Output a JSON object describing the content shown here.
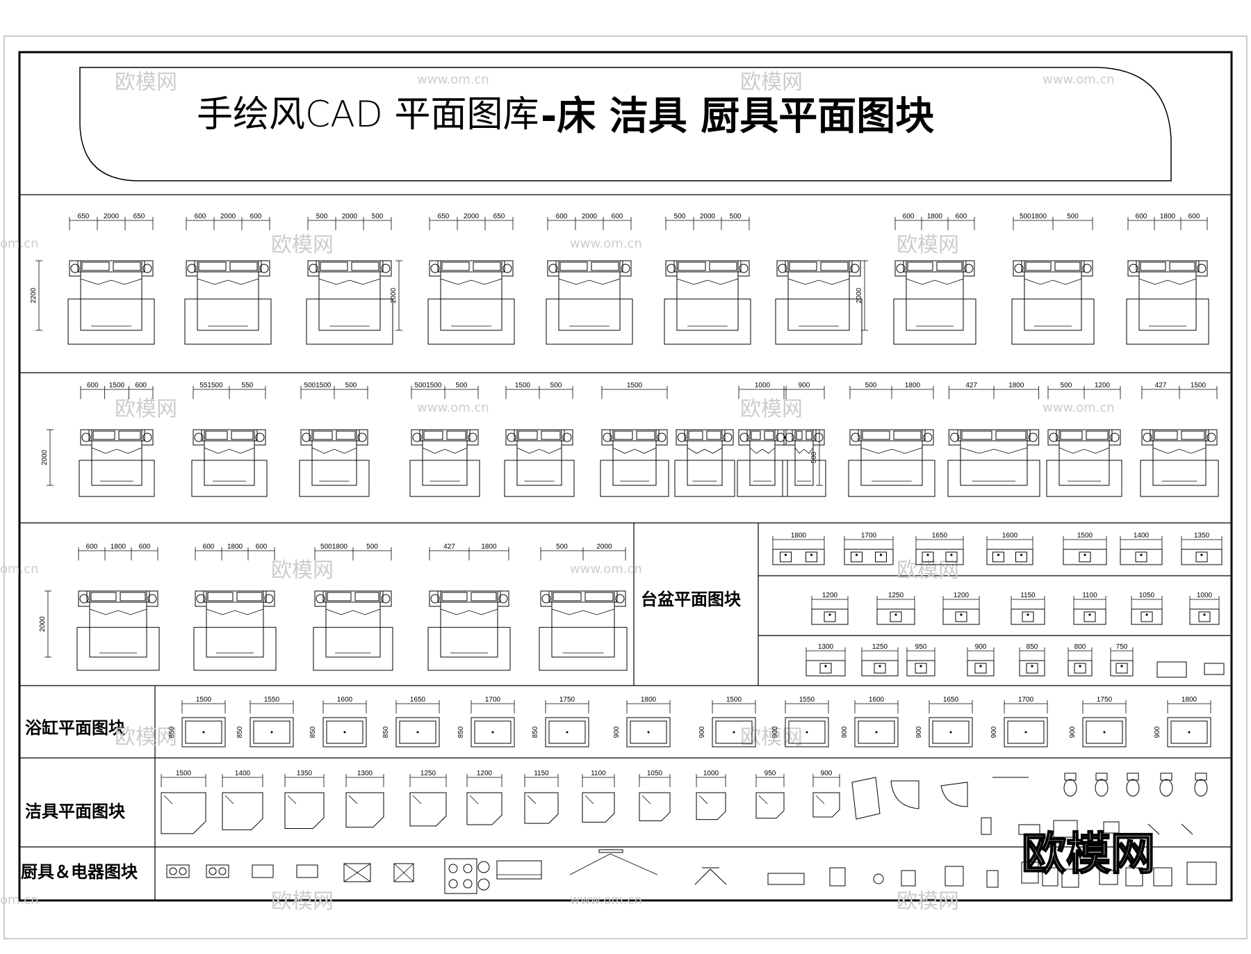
{
  "title": {
    "hand_part": "手绘风CAD 平面图库",
    "bold_part": "-床 洁具 厨具平面图块"
  },
  "sections": {
    "basin": "台盆平面图块",
    "bathtub": "浴缸平面图块",
    "sanitary": "洁具平面图块",
    "kitchen": "厨具＆电器图块"
  },
  "watermark": {
    "site": "www.om.cn",
    "brand": "欧模网",
    "short_site": "om.cn"
  },
  "beds": {
    "row1": [
      {
        "dims": [
          "650",
          "2000",
          "650"
        ],
        "height": "2200"
      },
      {
        "dims": [
          "600",
          "2000",
          "600"
        ]
      },
      {
        "dims": [
          "500",
          "2000",
          "500"
        ]
      },
      {
        "dims": [
          "650",
          "2000",
          "650"
        ],
        "height": "2000"
      },
      {
        "dims": [
          "600",
          "2000",
          "600"
        ]
      },
      {
        "dims": [
          "500",
          "2000",
          "500"
        ]
      },
      {
        "dims": []
      },
      {
        "dims": [
          "600",
          "1800",
          "600"
        ],
        "height": "2000"
      },
      {
        "dims": [
          "5001800",
          "500"
        ]
      },
      {
        "dims": [
          "600",
          "1800",
          "600"
        ]
      }
    ],
    "row2": [
      {
        "dims": [
          "600",
          "1500",
          "600"
        ],
        "height": "2000"
      },
      {
        "dims": [
          "551500",
          "550"
        ]
      },
      {
        "dims": [
          "5001500",
          "500"
        ]
      },
      {
        "dims": [
          "5001500",
          "500"
        ]
      },
      {
        "dims": [
          "1500",
          "500"
        ]
      },
      {
        "dims": [
          "1500"
        ]
      },
      {
        "dims": []
      },
      {
        "dims": [
          "1000"
        ]
      },
      {
        "dims": [
          "900"
        ]
      },
      {
        "dims": [
          "500",
          "1800"
        ],
        "height": "500"
      },
      {
        "dims": [
          "427",
          "1800"
        ]
      },
      {
        "dims": [
          "500",
          "1200"
        ]
      },
      {
        "dims": [
          "427",
          "1500"
        ]
      }
    ],
    "row3": [
      {
        "dims": [
          "600",
          "1800",
          "600"
        ],
        "height": "2000"
      },
      {
        "dims": [
          "600",
          "1800",
          "600"
        ]
      },
      {
        "dims": [
          "5001800",
          "500"
        ]
      },
      {
        "dims": [
          "427",
          "1800"
        ]
      },
      {
        "dims": [
          "500",
          "2000"
        ]
      }
    ]
  },
  "basins": {
    "row1": [
      "1800",
      "1700",
      "1650",
      "1600",
      "1500",
      "1400",
      "1350"
    ],
    "row2": [
      "1200",
      "1250",
      "1200",
      "1150",
      "1100",
      "1050",
      "1000"
    ],
    "row3": [
      "1300",
      "1250",
      "950",
      "900",
      "850",
      "800",
      "750"
    ]
  },
  "bathtubs": [
    {
      "w": "1500",
      "h": "850"
    },
    {
      "w": "1550",
      "h": "850"
    },
    {
      "w": "1600",
      "h": "850"
    },
    {
      "w": "1650",
      "h": "850"
    },
    {
      "w": "1700",
      "h": "850"
    },
    {
      "w": "1750",
      "h": "850"
    },
    {
      "w": "1800",
      "h": "900"
    },
    {
      "w": "1500",
      "h": "900"
    },
    {
      "w": "1550",
      "h": "900"
    },
    {
      "w": "1600",
      "h": "900"
    },
    {
      "w": "1650",
      "h": "900"
    },
    {
      "w": "1700",
      "h": "900"
    },
    {
      "w": "1750",
      "h": "900"
    },
    {
      "w": "1800",
      "h": "900"
    }
  ],
  "showers": [
    "1500",
    "1400",
    "1350",
    "1300",
    "1250",
    "1200",
    "1150",
    "1100",
    "1050",
    "1000",
    "950",
    "900"
  ]
}
